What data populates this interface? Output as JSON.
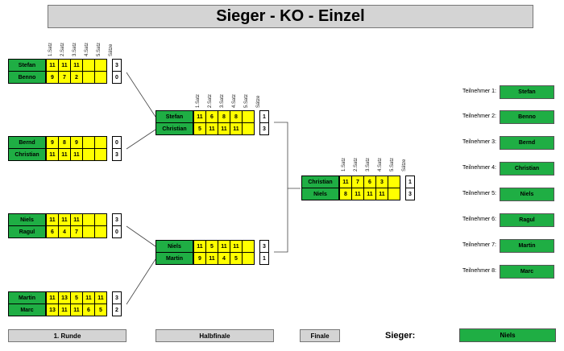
{
  "title": "Sieger - KO - Einzel",
  "set_headers": [
    "1.Satz",
    "2.Satz",
    "3.Satz",
    "4.Satz",
    "5.Satz",
    "Sätze"
  ],
  "round1": [
    {
      "p1": "Stefan",
      "s1": [
        "11",
        "11",
        "11",
        "",
        ""
      ],
      "w1": "3",
      "p2": "Benno",
      "s2": [
        "9",
        "7",
        "2",
        "",
        ""
      ],
      "w2": "0"
    },
    {
      "p1": "Bernd",
      "s1": [
        "9",
        "8",
        "9",
        "",
        ""
      ],
      "w1": "0",
      "p2": "Christian",
      "s2": [
        "11",
        "11",
        "11",
        "",
        ""
      ],
      "w2": "3"
    },
    {
      "p1": "Niels",
      "s1": [
        "11",
        "11",
        "11",
        "",
        ""
      ],
      "w1": "3",
      "p2": "Ragul",
      "s2": [
        "6",
        "4",
        "7",
        "",
        ""
      ],
      "w2": "0"
    },
    {
      "p1": "Martin",
      "s1": [
        "11",
        "13",
        "5",
        "11",
        "11"
      ],
      "w1": "3",
      "p2": "Marc",
      "s2": [
        "13",
        "11",
        "11",
        "6",
        "5"
      ],
      "w2": "2"
    }
  ],
  "semifinal": [
    {
      "p1": "Stefan",
      "s1": [
        "11",
        "6",
        "8",
        "8",
        ""
      ],
      "w1": "1",
      "p2": "Christian",
      "s2": [
        "5",
        "11",
        "11",
        "11",
        ""
      ],
      "w2": "3"
    },
    {
      "p1": "Niels",
      "s1": [
        "11",
        "5",
        "11",
        "11",
        ""
      ],
      "w1": "3",
      "p2": "Martin",
      "s2": [
        "9",
        "11",
        "4",
        "5",
        ""
      ],
      "w2": "1"
    }
  ],
  "final": [
    {
      "p1": "Christian",
      "s1": [
        "11",
        "7",
        "6",
        "3",
        ""
      ],
      "w1": "1",
      "p2": "Niels",
      "s2": [
        "8",
        "11",
        "11",
        "11",
        ""
      ],
      "w2": "3"
    }
  ],
  "participants": [
    {
      "label": "Teilnehmer 1:",
      "name": "Stefan"
    },
    {
      "label": "Teilnehmer 2:",
      "name": "Benno"
    },
    {
      "label": "Teilnehmer 3:",
      "name": "Bernd"
    },
    {
      "label": "Teilnehmer 4:",
      "name": "Christian"
    },
    {
      "label": "Teilnehmer 5:",
      "name": "Niels"
    },
    {
      "label": "Teilnehmer 6:",
      "name": "Ragul"
    },
    {
      "label": "Teilnehmer 7:",
      "name": "Martin"
    },
    {
      "label": "Teilnehmer 8:",
      "name": "Marc"
    }
  ],
  "footer": {
    "round1": "1. Runde",
    "semifinal": "Halbfinale",
    "final": "Finale",
    "winner_label": "Sieger:",
    "winner": "Niels"
  },
  "colors": {
    "name_bg": "#1fae44",
    "score_bg": "#ffff00",
    "label_bg": "#d4d4d4"
  }
}
